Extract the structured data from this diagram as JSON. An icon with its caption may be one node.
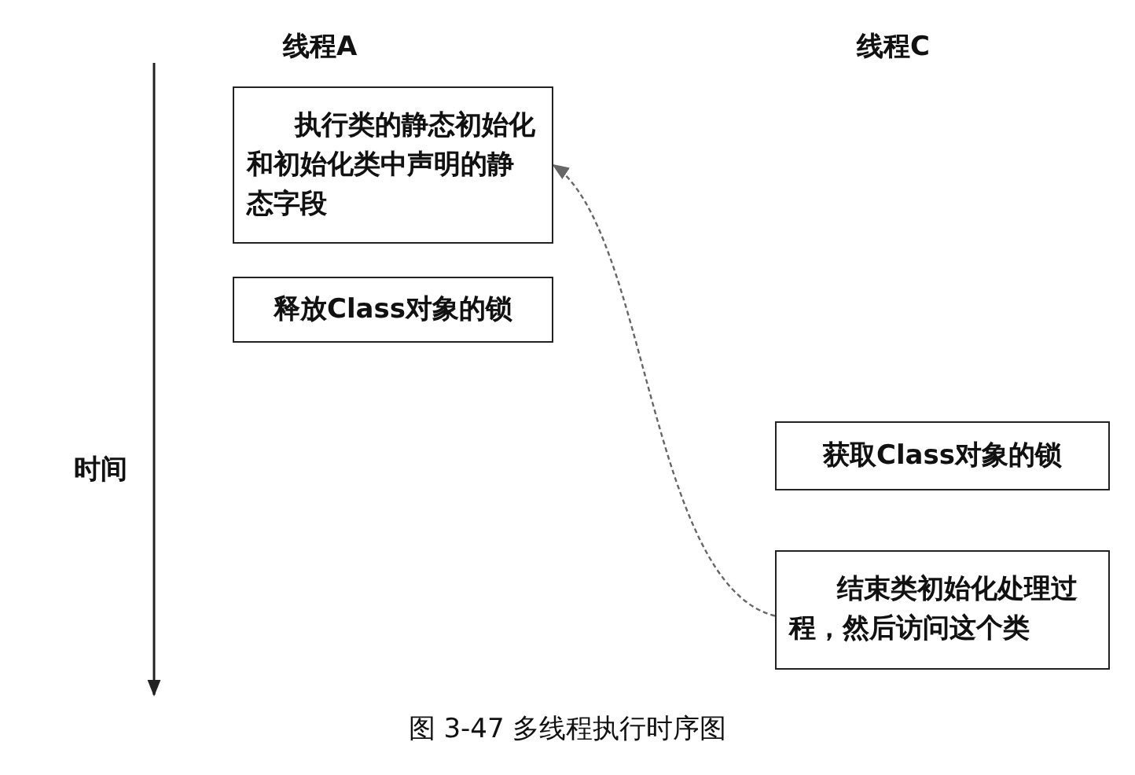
{
  "diagram": {
    "caption": "图 3-47 多线程执行时序图",
    "nodes": [
      {
        "text": [
          "执行类的静态初始化和初始化类中声明的静态字段"
        ]
      },
      {
        "text": [
          "释放Class对象的锁"
        ]
      },
      {
        "text": [
          "获取Class对象的锁"
        ]
      },
      {
        "text": [
          "结束类初始化处理过程，然后访问这个类"
        ]
      }
    ],
    "edges": [
      {
        "from": 3,
        "to": 0,
        "arrow": "to",
        "style": "dashed"
      }
    ],
    "labels": [
      "线程A",
      "线程C",
      "时间"
    ]
  }
}
